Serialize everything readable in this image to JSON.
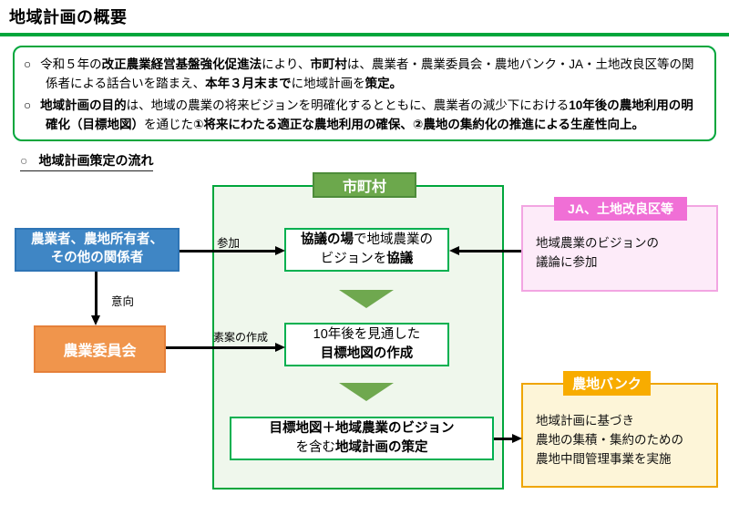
{
  "page": {
    "title": "地域計画の概要"
  },
  "intro": {
    "bullets": [
      {
        "marker": "○",
        "segments": [
          {
            "text": "令和５年の"
          },
          {
            "text": "改正農業経営基盤強化促進法",
            "bold": true
          },
          {
            "text": "により、"
          },
          {
            "text": "市町村",
            "bold": true
          },
          {
            "text": "は、農業者・農業委員会・農地バンク・JA・土地改良区等の関係者による話合いを踏まえ、"
          },
          {
            "text": "本年３月末まで",
            "bold": true
          },
          {
            "text": "に地域計画を"
          },
          {
            "text": "策定。",
            "bold": true
          }
        ]
      },
      {
        "marker": "○",
        "segments": [
          {
            "text": "地域計画の目的",
            "bold": true
          },
          {
            "text": "は、地域の農業の将来ビジョンを明確化するとともに、農業者の減少下における"
          },
          {
            "text": "10年後の農地利用の明確化（目標地図）",
            "bold": true
          },
          {
            "text": "を通じた"
          },
          {
            "text": "①将来にわたる適正な農地利用の確保、②農地の集約化の推進による生産性向上。",
            "bold": true
          }
        ]
      }
    ]
  },
  "flow": {
    "heading_marker": "○",
    "heading": "地域計画策定の流れ",
    "municipality_label": "市町村",
    "farmers_box": {
      "line1": "農業者、農地所有者、",
      "line2": "その他の関係者"
    },
    "committee_label": "農業委員会",
    "arrow_labels": {
      "participate": "参加",
      "intention": "意向",
      "draft": "素案の作成"
    },
    "step1": {
      "line1": [
        {
          "text": "協議の場",
          "bold": true
        },
        {
          "text": "で地域農業の"
        }
      ],
      "line2": [
        {
          "text": "ビジョンを"
        },
        {
          "text": "協議",
          "bold": true
        }
      ]
    },
    "step2": {
      "line1": [
        {
          "text": "10年後を見通した"
        }
      ],
      "line2": [
        {
          "text": "目標地図の作成",
          "bold": true
        }
      ]
    },
    "step3": {
      "line1": [
        {
          "text": "目標地図＋地域農業のビジョン",
          "bold": true
        }
      ],
      "line2": [
        {
          "text": "を含む"
        },
        {
          "text": "地域計画の策定",
          "bold": true
        }
      ]
    },
    "ja_box": {
      "badge": "JA、土地改良区等",
      "lines": [
        "地域農業のビジョンの",
        "議論に参加"
      ]
    },
    "bank_box": {
      "badge": "農地バンク",
      "lines": [
        "地域計画に基づき",
        "農地の集積・集約のための",
        "農地中間管理事業を実施"
      ]
    }
  },
  "colors": {
    "accent_green": "#00A63C",
    "panel_fill": "#EFF7EC",
    "municipality_badge": "#6CA84C",
    "step_border": "#00B050",
    "chevron_green": "#6FA84F",
    "blue_fill": "#3F86C5",
    "blue_border": "#2E74B5",
    "orange_fill": "#F0954C",
    "orange_border": "#E5803A",
    "ja_badge_pink": "#F06FD6",
    "ja_box_fill": "#FDEBF9",
    "ja_box_border": "#F2A5E2",
    "bank_badge_orange": "#F8AC00",
    "bank_box_fill": "#FDF5D8",
    "bank_box_border": "#EFA500",
    "arrow_black": "#000000"
  }
}
